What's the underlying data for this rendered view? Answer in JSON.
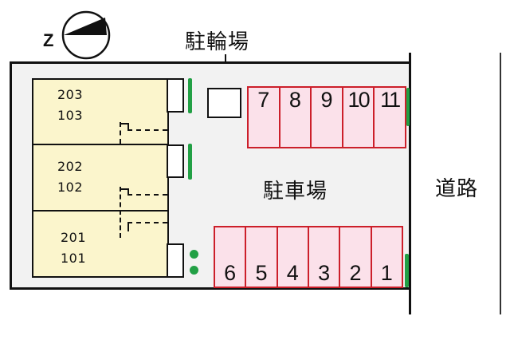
{
  "compass": {
    "label": "Z",
    "meaning": "north-arrow"
  },
  "bicycle_parking": {
    "label": "駐輪場"
  },
  "car_parking": {
    "label": "駐車場"
  },
  "road": {
    "label": "道路"
  },
  "buildings": [
    {
      "units": [
        "203",
        "103"
      ]
    },
    {
      "units": [
        "202",
        "102"
      ]
    },
    {
      "units": [
        "201",
        "101"
      ]
    }
  ],
  "parking_top_row": [
    "7",
    "8",
    "9",
    "10",
    "11"
  ],
  "parking_bottom_row": [
    "6",
    "5",
    "4",
    "3",
    "2",
    "1"
  ],
  "colors": {
    "building_fill": "#fbf5cc",
    "parking_fill": "#fbe1ea",
    "parking_border": "#cc1f2a",
    "hedge_green": "#22a045",
    "site_fill": "#f2f2f2"
  }
}
